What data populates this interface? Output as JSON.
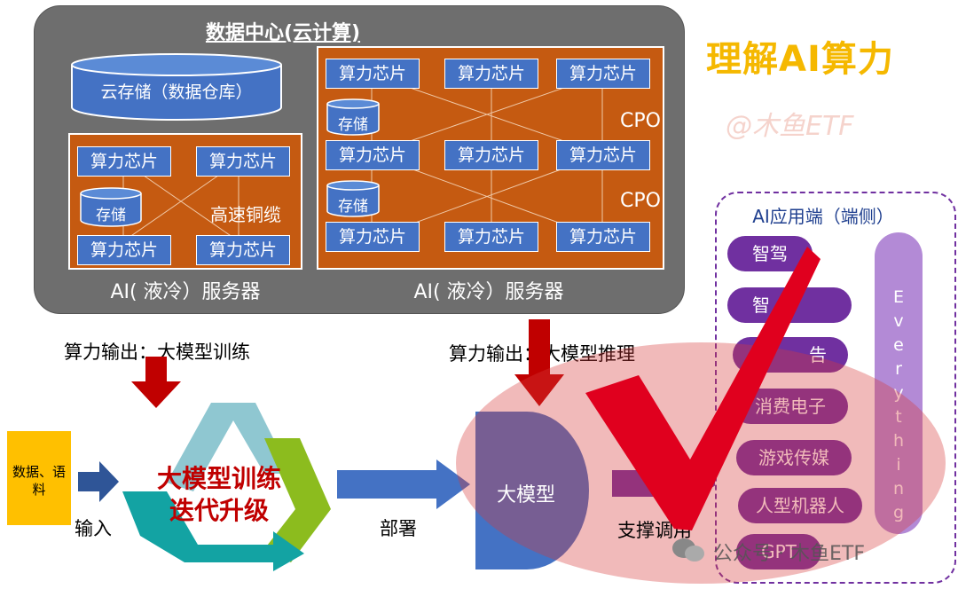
{
  "title": "理解AI算力",
  "watermark": "@木鱼ETF",
  "data_center": {
    "title": "数据中心(云计算)",
    "cloud_storage": "云存储（数据仓库）",
    "server_small": {
      "chips": [
        "算力芯片",
        "算力芯片",
        "算力芯片",
        "算力芯片"
      ],
      "storage": "存储",
      "link": "高速铜缆",
      "label": "AI( 液冷）服务器"
    },
    "server_large": {
      "chips": [
        "算力芯片",
        "算力芯片",
        "算力芯片",
        "算力芯片",
        "算力芯片",
        "算力芯片",
        "算力芯片",
        "算力芯片",
        "算力芯片"
      ],
      "storage": [
        "存储",
        "存储"
      ],
      "cpo": [
        "CPO",
        "CPO"
      ],
      "label": "AI( 液冷）服务器"
    }
  },
  "flow": {
    "output_train": "算力输出：大模型训练",
    "output_infer": "算力输出：大模型推理",
    "data_input": "数据、语料",
    "input_label": "输入",
    "cycle_text": [
      "大模型训练",
      "迭代升级"
    ],
    "deploy_label": "部署",
    "model": "大模型",
    "support_label": "支撑调用"
  },
  "app_side": {
    "title": "AI应用端（端侧）",
    "items": [
      "智驾",
      "智",
      "告",
      "消费电子",
      "游戏传媒",
      "人型机器人",
      "GPT"
    ],
    "everything": "Everything"
  },
  "footer_watermark": "公众号 · 木鱼ETF",
  "colors": {
    "chip": "#4472c4",
    "server": "#c55a11",
    "data_center": "#6e6e6e",
    "arrow_red": "#c00000",
    "arrow_blue": "#4472c4",
    "pill": "#7030a0",
    "title": "#f5b800",
    "check": "#e0001e"
  }
}
